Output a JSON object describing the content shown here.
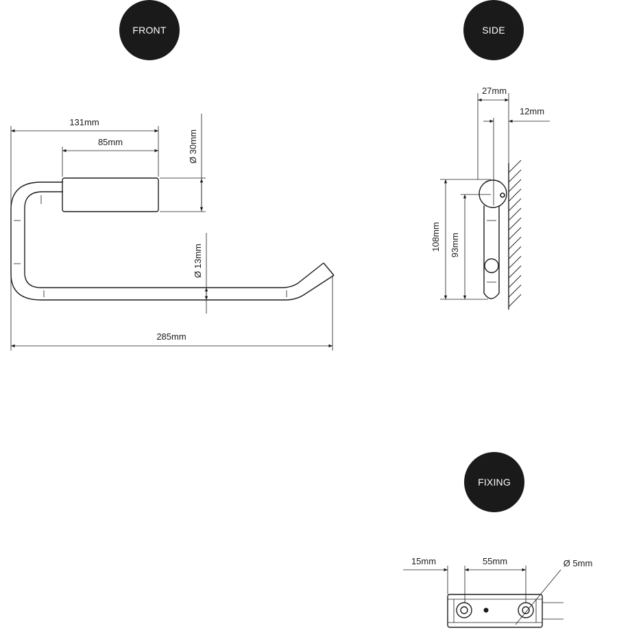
{
  "badges": {
    "front": "FRONT",
    "side": "SIDE",
    "fixing": "FIXING"
  },
  "front_dims": {
    "overall_top": "131mm",
    "roller_length": "85mm",
    "roller_diameter": "Ø  30mm",
    "rod_diameter": "Ø  13mm",
    "overall_width": "285mm"
  },
  "side_dims": {
    "depth": "27mm",
    "offset": "12mm",
    "height_total": "108mm",
    "height_inner": "93mm"
  },
  "fixing_dims": {
    "edge": "15mm",
    "spacing": "55mm",
    "hole_diameter": "Ø   5mm"
  },
  "colors": {
    "badge": "#1a1a1a",
    "line": "#1a1a1a"
  }
}
